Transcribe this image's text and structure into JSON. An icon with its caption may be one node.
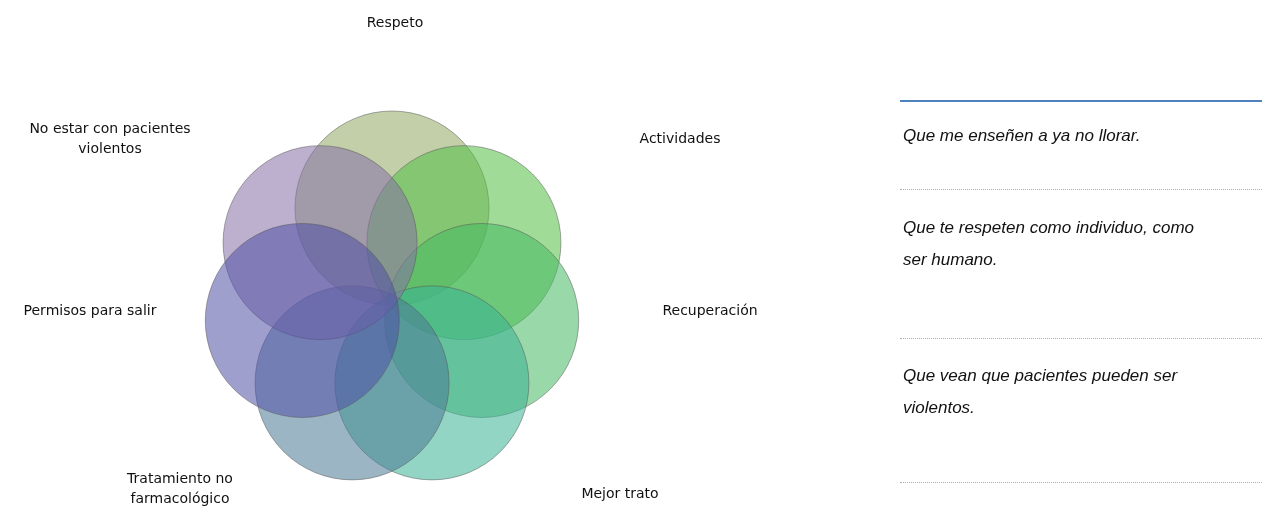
{
  "diagram": {
    "nodes": [
      {
        "text": [],
        "shape": "circle"
      },
      {
        "text": [],
        "shape": "circle"
      },
      {
        "text": [],
        "shape": "circle"
      },
      {
        "text": [],
        "shape": "circle"
      },
      {
        "text": [],
        "shape": "circle"
      },
      {
        "text": [],
        "shape": "circle"
      },
      {
        "text": [],
        "shape": "circle"
      }
    ],
    "labels": [
      "Respeto",
      "No estar con pacientes violentos",
      "Actividades",
      "Que me enseñen a ya no llorar.",
      "Que te respeten como individuo, como ser humano.",
      "Permisos para salir",
      "Recuperación",
      "Que vean que pacientes pueden ser violentos.",
      "Tratamiento no farmacológico",
      "Mejor trato"
    ]
  }
}
